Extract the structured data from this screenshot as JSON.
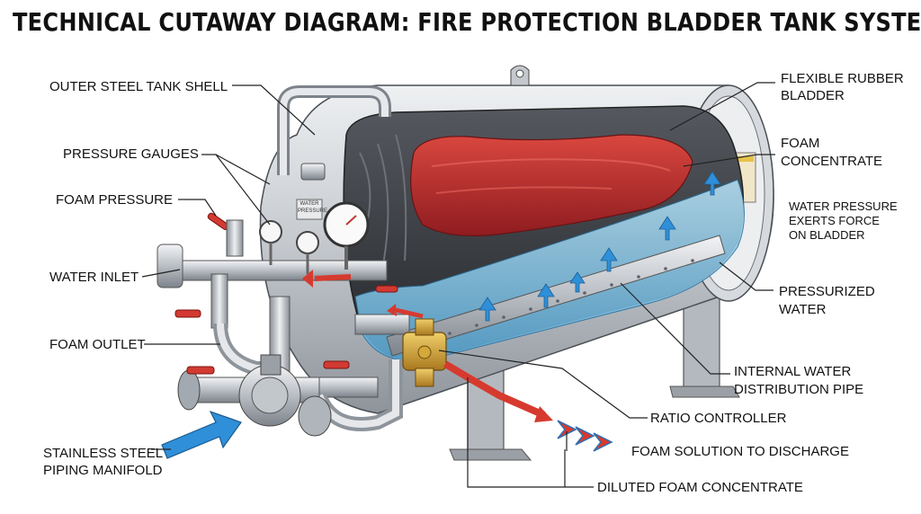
{
  "title": "TECHNICAL CUTAWAY DIAGRAM: FIRE PROTECTION BLADDER TANK SYSTEM",
  "labels": {
    "outer_shell": "OUTER STEEL TANK SHELL",
    "pressure_gauges": "PRESSURE GAUGES",
    "foam_pressure": "FOAM PRESSURE",
    "water_inlet": "WATER INLET",
    "foam_outlet": "FOAM OUTLET",
    "manifold_line1": "STAINLESS STEEL",
    "manifold_line2": "PIPING MANIFOLD",
    "bladder_line1": "FLEXIBLE RUBBER",
    "bladder_line2": "BLADDER",
    "foam_conc_line1": "FOAM",
    "foam_conc_line2": "CONCENTRATE",
    "water_force_line1": "WATER PRESSURE",
    "water_force_line2": "EXERTS FORCE",
    "water_force_line3": "ON BLADDER",
    "pressurized_line1": "PRESSURIZED",
    "pressurized_line2": "WATER",
    "dist_pipe_line1": "INTERNAL WATER",
    "dist_pipe_line2": "DISTRIBUTION PIPE",
    "ratio_controller": "RATIO CONTROLLER",
    "foam_solution": "FOAM SOLUTION TO DISCHARGE",
    "diluted_foam": "DILUTED FOAM CONCENTRATE"
  },
  "gauge_plate": {
    "line1": "WATER",
    "line2": "PRESSURE"
  },
  "colors": {
    "steel": "#c9ccd0",
    "bladder": "#3a3d42",
    "foam": "#b3262b",
    "water": "#8ecbe8",
    "arrow_blue": "#2f8fd8",
    "arrow_red": "#d63a2f"
  }
}
